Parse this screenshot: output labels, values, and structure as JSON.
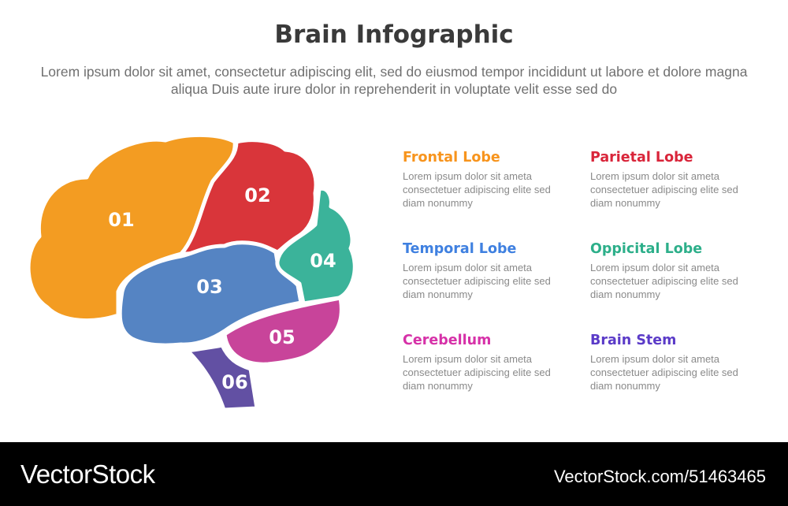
{
  "header": {
    "title": "Brain Infographic",
    "subtitle": "Lorem ipsum dolor sit amet, consectetur adipiscing elit, sed do eiusmod tempor incididunt ut labore et dolore magna aliqua Duis aute irure dolor in reprehenderit in voluptate velit esse sed do"
  },
  "brain": {
    "regions": [
      {
        "number": "01",
        "color": "#F39C22"
      },
      {
        "number": "02",
        "color": "#D9353A"
      },
      {
        "number": "03",
        "color": "#5584C3"
      },
      {
        "number": "04",
        "color": "#3BB39A"
      },
      {
        "number": "05",
        "color": "#C8449A"
      },
      {
        "number": "06",
        "color": "#6250A3"
      }
    ]
  },
  "items": [
    {
      "title": "Frontal Lobe",
      "color": "#F7941D",
      "text": "Lorem ipsum dolor sit ameta consectetuer adipiscing elite sed diam nonummy"
    },
    {
      "title": "Parietal Lobe",
      "color": "#D9253A",
      "text": "Lorem ipsum dolor sit ameta consectetuer adipiscing elite sed diam nonummy"
    },
    {
      "title": "Temporal Lobe",
      "color": "#3F80E0",
      "text": "Lorem ipsum dolor sit ameta consectetuer adipiscing elite sed diam nonummy"
    },
    {
      "title": "Oppicital Lobe",
      "color": "#2DAF8A",
      "text": "Lorem ipsum dolor sit ameta consectetuer adipiscing elite sed diam nonummy"
    },
    {
      "title": "Cerebellum",
      "color": "#D631A8",
      "text": "Lorem ipsum dolor sit ameta consectetuer adipiscing elite sed diam nonummy"
    },
    {
      "title": "Brain Stem",
      "color": "#5B3BC8",
      "text": "Lorem ipsum dolor sit ameta consectetuer adipiscing elite sed diam nonummy"
    }
  ],
  "footer": {
    "logo": "VectorStock",
    "stock_id": "VectorStock.com/51463465"
  }
}
